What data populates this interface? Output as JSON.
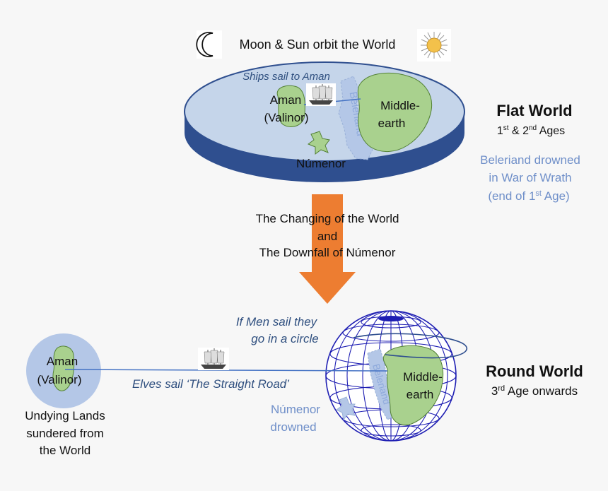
{
  "header": {
    "orbit_label": "Moon & Sun orbit the World",
    "moon_icon": "crescent-moon-icon",
    "sun_icon": "sun-icon"
  },
  "flat_world": {
    "ships_label": "Ships sail to Aman",
    "aman_line1": "Aman",
    "aman_line2": "(Valinor)",
    "middle_earth_line1": "Middle-",
    "middle_earth_line2": "earth",
    "beleriand": "Beleriand",
    "numenor": "Númenor",
    "title": "Flat World",
    "ages_1": "1",
    "ages_1_sup": "st",
    "ages_amp": " & 2",
    "ages_2_sup": "nd",
    "ages_tail": " Ages",
    "drowned_line1": "Beleriand drowned",
    "drowned_line2": "in War of Wrath",
    "drowned_line3_pre": "(end of 1",
    "drowned_line3_sup": "st",
    "drowned_line3_post": " Age)",
    "ship_icon": "sailing-ship-icon"
  },
  "transition": {
    "line1": "The Changing of the World",
    "line2": "and",
    "line3": "The Downfall of Númenor",
    "arrow_icon": "down-arrow-icon"
  },
  "round_world": {
    "circle_label_line1": "If Men sail they",
    "circle_label_line2": "go in a circle",
    "aman_line1": "Aman",
    "aman_line2": "(Valinor)",
    "undying_line1": "Undying Lands",
    "undying_line2": "sundered from",
    "undying_line3": "the World",
    "straight_road": "Elves sail ‘The Straight Road’",
    "middle_earth_line1": "Middle-",
    "middle_earth_line2": "earth",
    "beleriand": "Beleriand",
    "numenor_line1": "Númenor",
    "numenor_line2": "drowned",
    "title": "Round World",
    "ages_pre": "3",
    "ages_sup": "rd",
    "ages_post": " Age onwards",
    "ship_icon": "sailing-ship-icon"
  },
  "colors": {
    "disc_top": "#c5d5ea",
    "disc_edge": "#2f4f8f",
    "land_green": "#a9d18e",
    "land_border": "#538135",
    "beleriand_fill": "#b4c7e7",
    "arrow": "#ed7d31",
    "globe_line": "#1f1fb3",
    "text_blue_light": "#6f8fc9",
    "text_blue_dark": "#2f4f7f",
    "aman_circle": "#b4c7e7"
  }
}
